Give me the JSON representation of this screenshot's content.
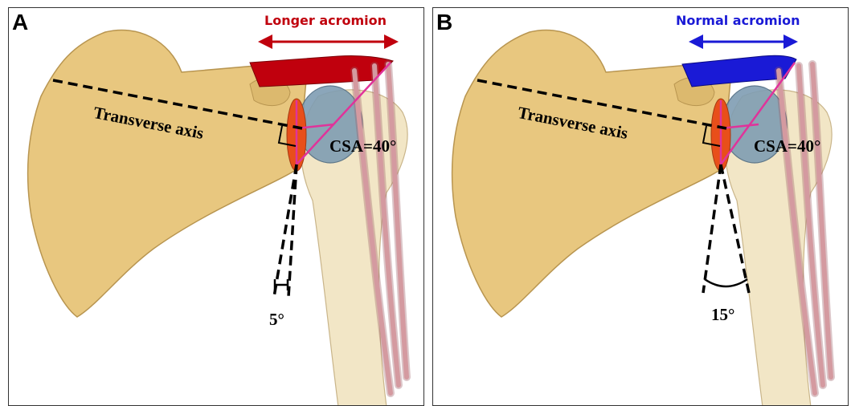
{
  "panels": [
    {
      "letter": "A",
      "acromion_label": "Longer acromion",
      "acromion_color": "#c0000d",
      "axis_label": "Transverse axis",
      "csa_label": "CSA=40°",
      "angle_label": "5°"
    },
    {
      "letter": "B",
      "acromion_label": "Normal acromion",
      "acromion_color": "#1a1ad6",
      "axis_label": "Transverse axis",
      "csa_label": "CSA=40°",
      "angle_label": "15°"
    }
  ],
  "colors": {
    "bone": "#e8c77f",
    "bone_edge": "#b89550",
    "humerus": "#f2e6c6",
    "glenoid": "#e84f1a",
    "humeral_head": "#7f9db3",
    "muscle": "#d49aa0",
    "muscle_edge": "#9c5b63",
    "csa_lines": "#e0339a"
  }
}
